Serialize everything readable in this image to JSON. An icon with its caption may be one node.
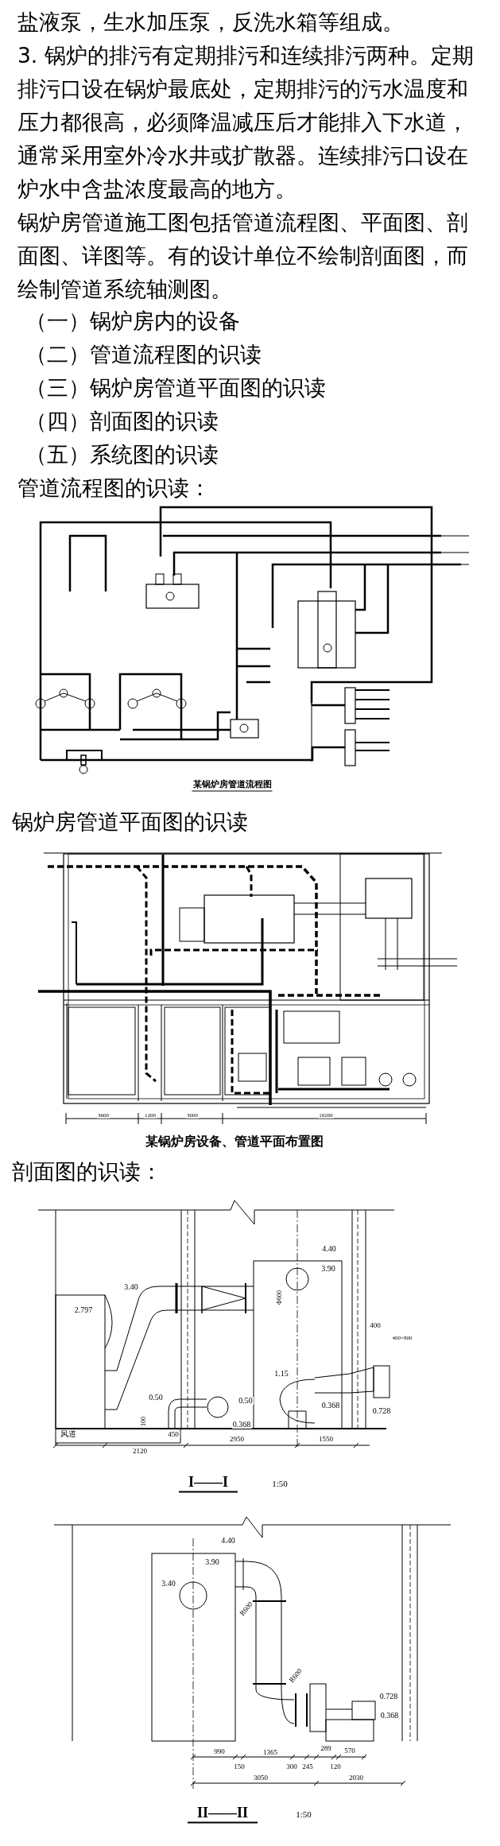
{
  "diagram": {
    "labels": [
      "盐液泵，生水加压泵，反洗水箱等组成。",
      "3. 锅炉的排污有定期排污和连续排污两种。定期排污口设在锅炉最底处，定期排污的污水温度和压力都很高，必须降温减压后才能排入下水道，通常采用室外冷水井或扩散器。连续排污口设在炉水中含盐浓度最高的地方。",
      "锅炉房管道施工图包括管道流程图、平面图、剖面图、详图等。有的设计单位不绘制剖面图，而绘制管道系统轴测图。",
      "（一）锅炉房内的设备",
      "（二）管道流程图的识读",
      "（三）锅炉房管道平面图的识读",
      "（四）剖面图的识读",
      "（五）系统图的识读",
      "管道流程图的识读：",
      "某锅炉房管道流程图",
      "锅炉房管道平面图的识读",
      "3600",
      "1200",
      "3000",
      "10200",
      "某锅炉房设备、管道平面布置图",
      "剖面图的识读：",
      "4.40",
      "3.90",
      "3.40",
      "2.797",
      "Φ600",
      "400",
      "400×800",
      "1.15",
      "0.50",
      "0.50",
      "0.368",
      "0.368",
      "0.728",
      "100",
      "风道",
      "450",
      "2120",
      "2950",
      "1550",
      "I——I",
      "1:50",
      "4.40",
      "3.90",
      "3.40",
      "R600",
      "R600",
      "0.728",
      "0.368",
      "990",
      "1365",
      "289",
      "570",
      "150",
      "300",
      "245",
      "120",
      "3050",
      "2030",
      "II——II",
      "1:50"
    ]
  }
}
